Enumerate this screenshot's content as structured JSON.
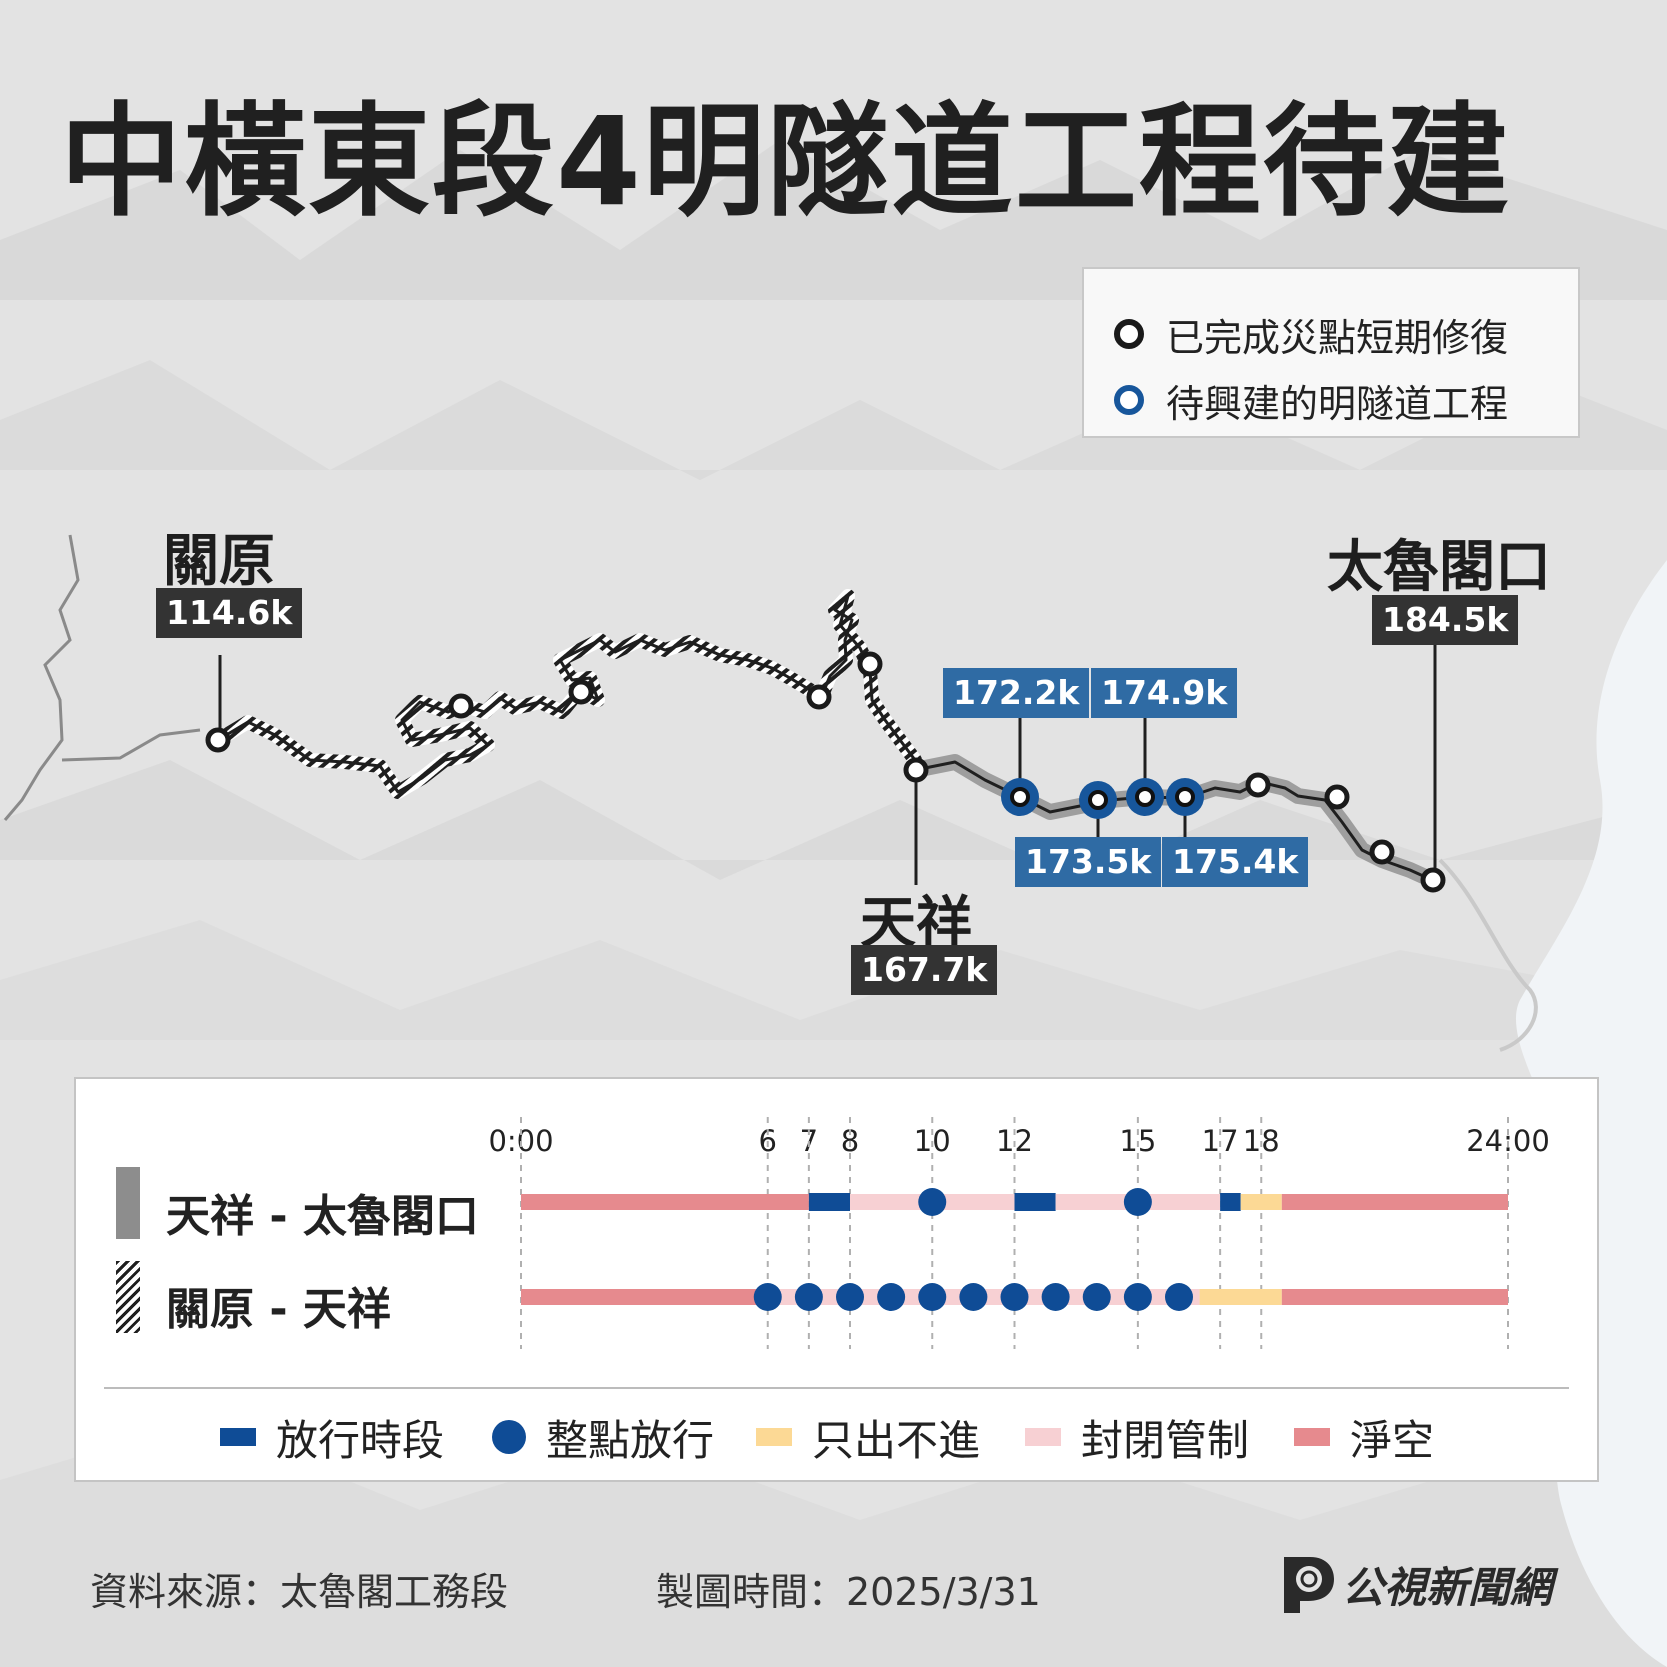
{
  "title": "中橫東段4明隧道工程待建",
  "legend": {
    "items": [
      {
        "label": "已完成災點短期修復",
        "marker": "black-ring"
      },
      {
        "label": "待興建的明隧道工程",
        "marker": "blue-ring"
      }
    ]
  },
  "map": {
    "places": [
      {
        "name": "關原",
        "km": "114.6k"
      },
      {
        "name": "天祥",
        "km": "167.7k"
      },
      {
        "name": "太魯閣口",
        "km": "184.5k"
      }
    ],
    "tunnel_sites": [
      "172.2k",
      "173.5k",
      "174.9k",
      "175.4k"
    ],
    "colors": {
      "terrain": "#e3e3e3",
      "sea": "#f1f4f7",
      "road": "#1f1f1f",
      "completed_marker": "#1a1a1a",
      "tunnel_marker": "#17569b",
      "tunnel_label": "#2f6ba4"
    }
  },
  "schedule": {
    "time_ticks": [
      "0:00",
      "6",
      "7",
      "8",
      "10",
      "12",
      "15",
      "17",
      "18",
      "24:00"
    ],
    "routes": [
      {
        "name": "天祥 - 太魯閣口",
        "line_style": "solid-gray",
        "segments": [
          {
            "type": "淨空",
            "start": 0,
            "end": 7
          },
          {
            "type": "放行時段",
            "start": 7,
            "end": 8
          },
          {
            "type": "封閉管制",
            "start": 8,
            "end": 12
          },
          {
            "type": "放行時段",
            "start": 12,
            "end": 13
          },
          {
            "type": "封閉管制",
            "start": 13,
            "end": 17
          },
          {
            "type": "放行時段",
            "start": 17,
            "end": 17.5
          },
          {
            "type": "只出不進",
            "start": 17.5,
            "end": 18.5
          },
          {
            "type": "淨空",
            "start": 18.5,
            "end": 24
          }
        ],
        "hourly_release": [
          10,
          15
        ]
      },
      {
        "name": "關原 - 天祥",
        "line_style": "hatched",
        "segments": [
          {
            "type": "淨空",
            "start": 0,
            "end": 6
          },
          {
            "type": "封閉管制",
            "start": 6,
            "end": 16.5
          },
          {
            "type": "只出不進",
            "start": 16.5,
            "end": 18.5
          },
          {
            "type": "淨空",
            "start": 18.5,
            "end": 24
          }
        ],
        "hourly_release": [
          6,
          7,
          8,
          9,
          10,
          11,
          12,
          13,
          14,
          15,
          16
        ]
      }
    ],
    "legend": [
      {
        "label": "放行時段",
        "color": "#0f4c96",
        "shape": "bar"
      },
      {
        "label": "整點放行",
        "color": "#0f4c96",
        "shape": "dot"
      },
      {
        "label": "只出不進",
        "color": "#fcd995",
        "shape": "bar"
      },
      {
        "label": "封閉管制",
        "color": "#f7d0d3",
        "shape": "bar"
      },
      {
        "label": "淨空",
        "color": "#e68a8e",
        "shape": "bar"
      }
    ]
  },
  "footer": {
    "source": "資料來源：太魯閣工務段",
    "date": "製圖時間：2025/3/31",
    "brand": "公視新聞網"
  }
}
